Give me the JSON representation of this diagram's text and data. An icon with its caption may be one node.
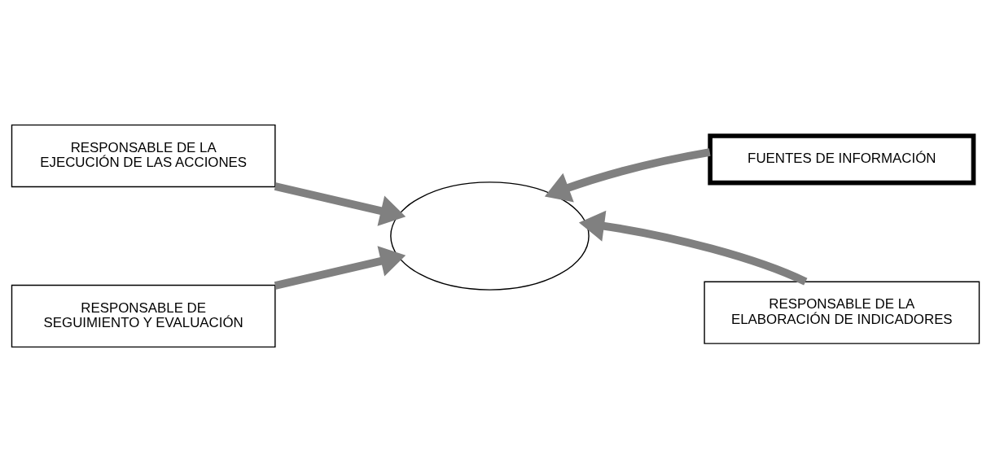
{
  "diagram": {
    "nodes": [
      {
        "text": [
          "RESPONSABLE DE LA EJECUCIÓN DE LAS ACCIONES"
        ]
      },
      {
        "text": [
          "FUENTES DE INFORMACIÓN"
        ]
      },
      {
        "text": [
          "RESPONSABLE DE SEGUIMIENTO Y EVALUACIÓN"
        ]
      },
      {
        "text": [
          "RESPONSABLE DE LA ELABORACIÓN DE INDICADORES"
        ]
      },
      {
        "text": [],
        "shape": "ellipse"
      }
    ],
    "edges": [
      {
        "from": 0,
        "to": 4,
        "arrow": "to"
      },
      {
        "from": 1,
        "to": 4,
        "arrow": "to"
      },
      {
        "from": 2,
        "to": 4,
        "arrow": "to"
      },
      {
        "from": 3,
        "to": 4,
        "arrow": "to"
      }
    ]
  }
}
